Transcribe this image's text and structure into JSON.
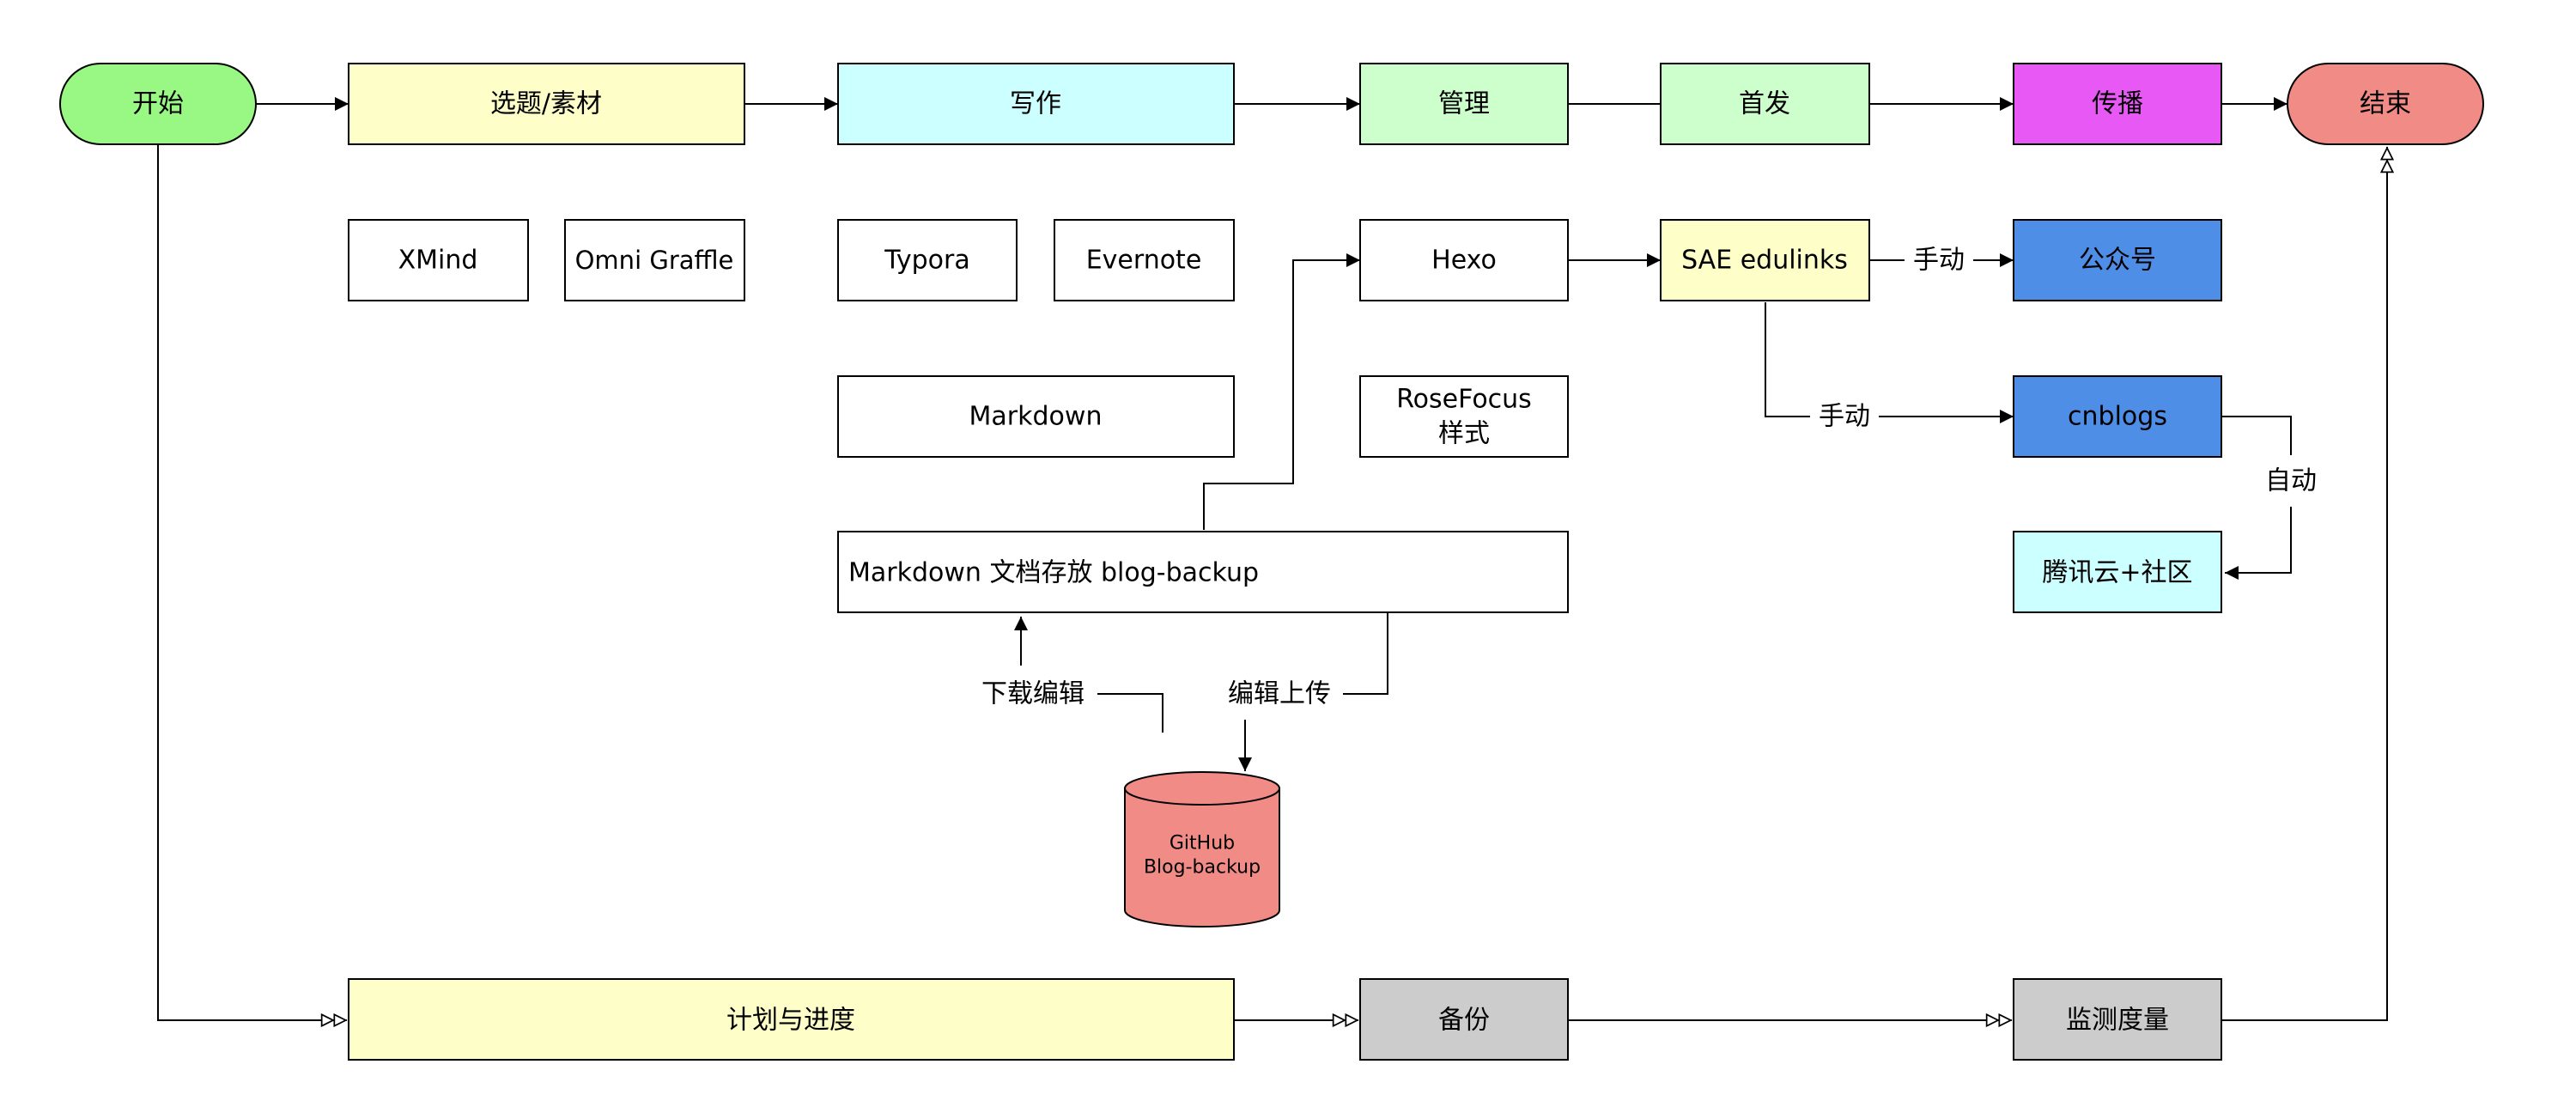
{
  "colors": {
    "start": "#99f883",
    "end": "#f18b86",
    "topic": "#fefec9",
    "write": "#ccffff",
    "manage": "#ccffcc",
    "publish": "#ccffcc",
    "spread": "#e858f5",
    "wechat": "#4e8ee6",
    "cnblogs": "#4e8ee6",
    "tencent": "#ccffff",
    "sae": "#fefec9",
    "plan": "#fefec9",
    "backup": "#cccccc",
    "monitor": "#cccccc",
    "github": "#f18b86",
    "plain": "#ffffff"
  },
  "nodes": {
    "start": "开始",
    "topic": "选题/素材",
    "write": "写作",
    "manage": "管理",
    "publish": "首发",
    "spread": "传播",
    "end": "结束",
    "xmind": "XMind",
    "omnigraffle": "Omni Graffle",
    "typora": "Typora",
    "evernote": "Evernote",
    "hexo": "Hexo",
    "sae": "SAE edulinks",
    "wechat": "公众号",
    "markdown": "Markdown",
    "rosefocus_line1": "RoseFocus",
    "rosefocus_line2": "样式",
    "cnblogs": "cnblogs",
    "tencent": "腾讯云+社区",
    "blog_backup": "Markdown 文档存放 blog-backup",
    "github_line1": "GitHub",
    "github_line2": "Blog-backup",
    "plan": "计划与进度",
    "backup": "备份",
    "monitor": "监测度量"
  },
  "edge_labels": {
    "manual_wechat": "手动",
    "manual_cnblogs": "手动",
    "auto": "自动",
    "download_edit": "下载编辑",
    "edit_upload": "编辑上传"
  }
}
